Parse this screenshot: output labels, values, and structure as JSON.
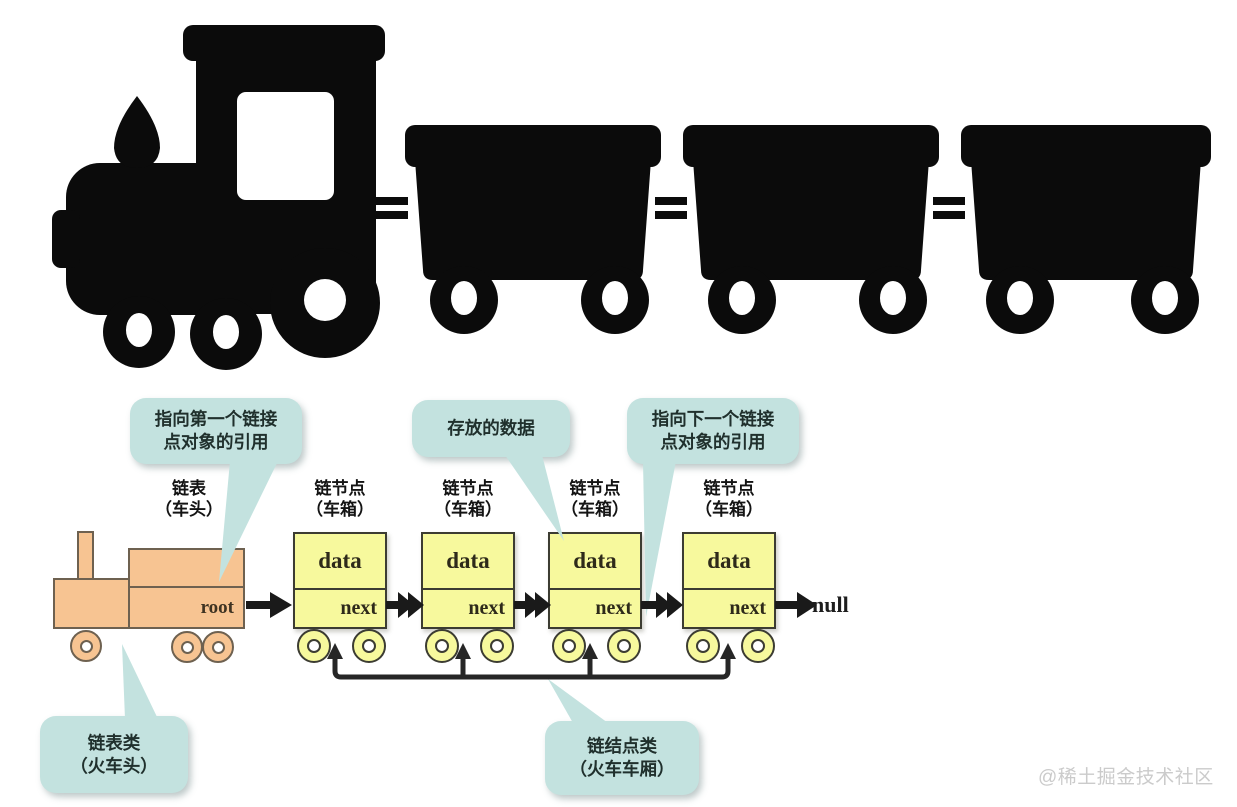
{
  "colors": {
    "engine_fill": "#f7c492",
    "engine_border": "#6e6150",
    "node_fill": "#f7f99d",
    "node_border": "#3c3c32",
    "callout_fill": "#c3e2df",
    "train_silhouette": "#0b0b0b",
    "arrow_black": "#1a1a1a",
    "watermark_gray": "#cbcbcb"
  },
  "callouts": {
    "first_ref": {
      "line1": "指向第一个链接",
      "line2": "点对象的引用"
    },
    "stored_data": {
      "line1": "存放的数据"
    },
    "next_ref": {
      "line1": "指向下一个链接",
      "line2": "点对象的引用"
    },
    "list_class": {
      "line1": "链表类",
      "line2": "（火车头）"
    },
    "node_class": {
      "line1": "链结点类",
      "line2": "（火车车厢）"
    }
  },
  "engine": {
    "label_line1": "链表",
    "label_line2": "（车头）",
    "field": "root"
  },
  "nodes": [
    {
      "label_line1": "链节点",
      "label_line2": "（车箱）",
      "data_field": "data",
      "next_field": "next"
    },
    {
      "label_line1": "链节点",
      "label_line2": "（车箱）",
      "data_field": "data",
      "next_field": "next"
    },
    {
      "label_line1": "链节点",
      "label_line2": "（车箱）",
      "data_field": "data",
      "next_field": "next"
    },
    {
      "label_line1": "链节点",
      "label_line2": "（车箱）",
      "data_field": "data",
      "next_field": "next"
    }
  ],
  "terminator": "null",
  "watermark": "@稀土掘金技术社区"
}
